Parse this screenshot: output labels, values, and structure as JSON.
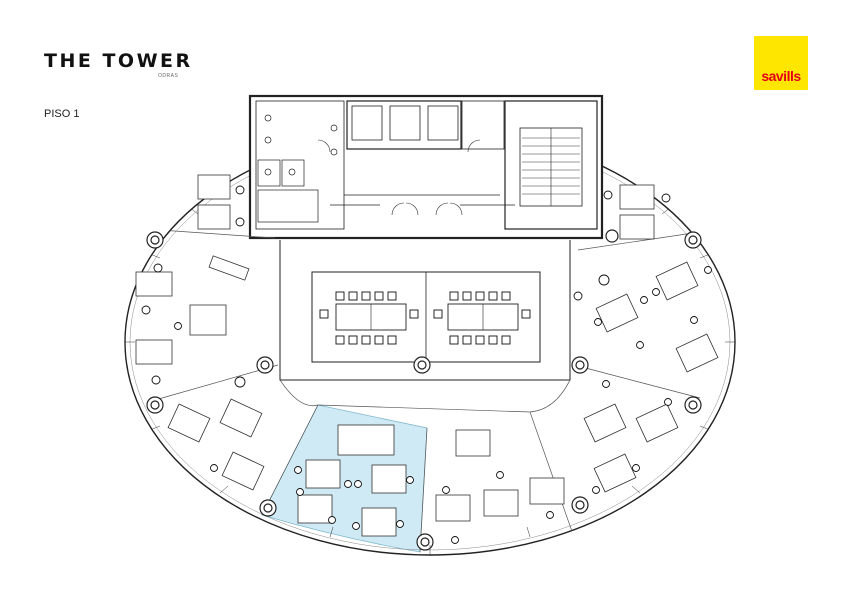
{
  "brand": {
    "name": "THE TOWER",
    "subtitle": "ODRAS"
  },
  "floor": {
    "label": "PISO 1"
  },
  "partner": {
    "name": "savills"
  },
  "colors": {
    "highlight": "#cfeaf4",
    "wall": "#222222",
    "savills_yellow": "#ffe600",
    "savills_red": "#e3001b"
  },
  "icons": [
    "column-icon",
    "chair-icon",
    "desk-icon",
    "stair-icon",
    "door-icon",
    "toilet-icon"
  ]
}
